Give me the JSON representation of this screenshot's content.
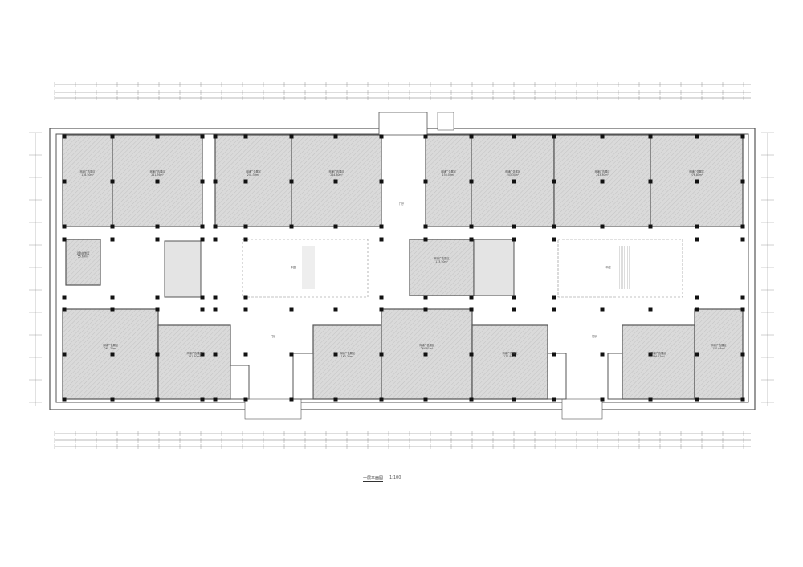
{
  "drawing": {
    "title": "一层平面图",
    "scale": "1:100",
    "colors": {
      "wall": "#555555",
      "room_fill": "#d9d9d9",
      "hatch": "#bdbdbd",
      "column": "#111111",
      "line": "#666666"
    },
    "rooms": [
      {
        "name": "商铺广告展区",
        "area": "138.50m²"
      },
      {
        "name": "商铺广告展区",
        "area": "241.76m²"
      },
      {
        "name": "商铺广告展区",
        "area": "241.59m²"
      },
      {
        "name": "商铺广告展区",
        "area": "264.80m²"
      },
      {
        "name": "商铺广告展区",
        "area": "150.09m²"
      },
      {
        "name": "商铺广告展区",
        "area": "243.30m²"
      },
      {
        "name": "商铺广告展区",
        "area": "243.30m²"
      },
      {
        "name": "商铺广告展区",
        "area": "276.81m²"
      },
      {
        "name": "消防控制室",
        "area": "55.64m²"
      },
      {
        "name": "商铺广告展区",
        "area": "113.50m²"
      },
      {
        "name": "商铺广告展区",
        "area": "261.76m²"
      },
      {
        "name": "商铺广告展区",
        "area": "151.50m²"
      },
      {
        "name": "商铺广告展区",
        "area": "163.30m²"
      },
      {
        "name": "商铺广告展区",
        "area": "264.81m²"
      },
      {
        "name": "商铺广告展区",
        "area": "170.89m²"
      },
      {
        "name": "商铺广告展区",
        "area": "186.27m²"
      },
      {
        "name": "商铺广告展区",
        "area": "150.64m²"
      }
    ],
    "spaces": [
      "中庭",
      "中庭",
      "门厅",
      "门厅",
      "门厅"
    ]
  }
}
